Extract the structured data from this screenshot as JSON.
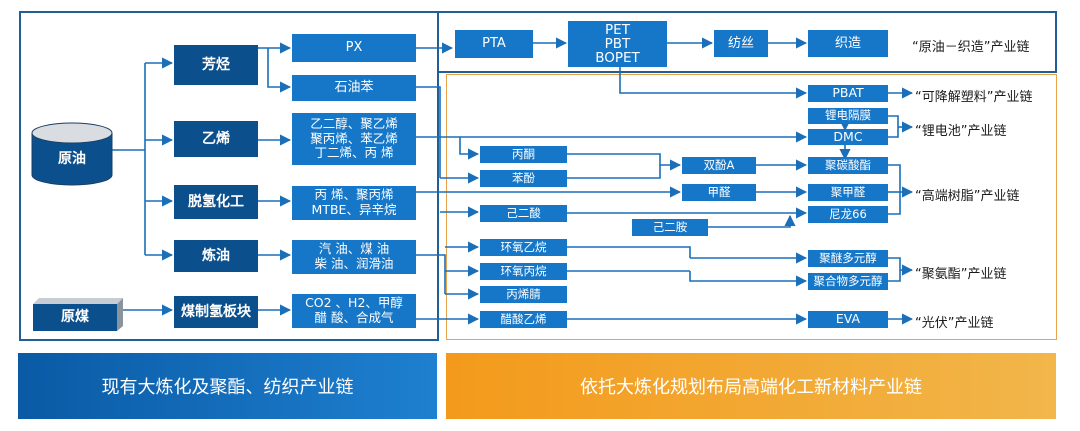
{
  "sources": {
    "crude_oil": "原油",
    "coal": "原煤"
  },
  "primary": {
    "aromatics": "芳烃",
    "ethylene": "乙烯",
    "dehydrogenation": "脱氢化工",
    "refining": "炼油",
    "coal_hydrogen": "煤制氢板块"
  },
  "products": {
    "px": "PX",
    "reformate": "石油苯",
    "ethylene_products": "乙二醇、聚乙烯\n聚丙烯、苯乙烯\n丁二烯、丙  烯",
    "dehydro_products": "丙  烯、聚丙烯\nMTBE、异辛烷",
    "refining_products": "汽  油、煤  油\n柴  油、润滑油",
    "coal_products": "CO2 、H2、甲醇\n醋  酸、合成气"
  },
  "textile_chain": {
    "pta": "PTA",
    "pet": "PET\nPBT\nBOPET",
    "spinning": "纺丝",
    "weaving": "织造"
  },
  "intermediates": {
    "acetone": "丙酮",
    "phenol": "苯酚",
    "bisphenol_a": "双酚A",
    "formaldehyde": "甲醛",
    "adipic_acid": "己二酸",
    "hexanediamine": "己二胺",
    "ethylene_oxide": "环氧乙烷",
    "propylene_oxide": "环氧丙烷",
    "acrylonitrile": "丙烯腈",
    "vinyl_acetate": "醋酸乙烯"
  },
  "end_products": {
    "pbat": "PBAT",
    "separator": "锂电隔膜",
    "dmc": "DMC",
    "polycarbonate": "聚碳酸酯",
    "polyoxymethylene": "聚甲醛",
    "nylon66": "尼龙66",
    "polyether_polyol": "聚醚多元醇",
    "polymer_polyol": "聚合物多元醇",
    "eva": "EVA"
  },
  "chain_labels": {
    "textile": "“原油－织造”产业链",
    "degradable": "“可降解塑料”产业链",
    "battery": "“锂电池”产业链",
    "resin": "“高端树脂”产业链",
    "polyurethane": "“聚氨酯”产业链",
    "pv": "“光伏”产业链"
  },
  "banners": {
    "existing": "现有大炼化及聚酯、纺织产业链",
    "planned": "依托大炼化规划布局高端化工新材料产业链"
  },
  "colors": {
    "dark_blue": "#0b4f8c",
    "box_blue": "#1677c9",
    "arrow": "#1a6fb8",
    "frame_blue": "#1f5f96",
    "frame_orange": "#e8a24a",
    "banner_orange": "#f39a1b",
    "banner_blue": "#0a5aa5"
  }
}
